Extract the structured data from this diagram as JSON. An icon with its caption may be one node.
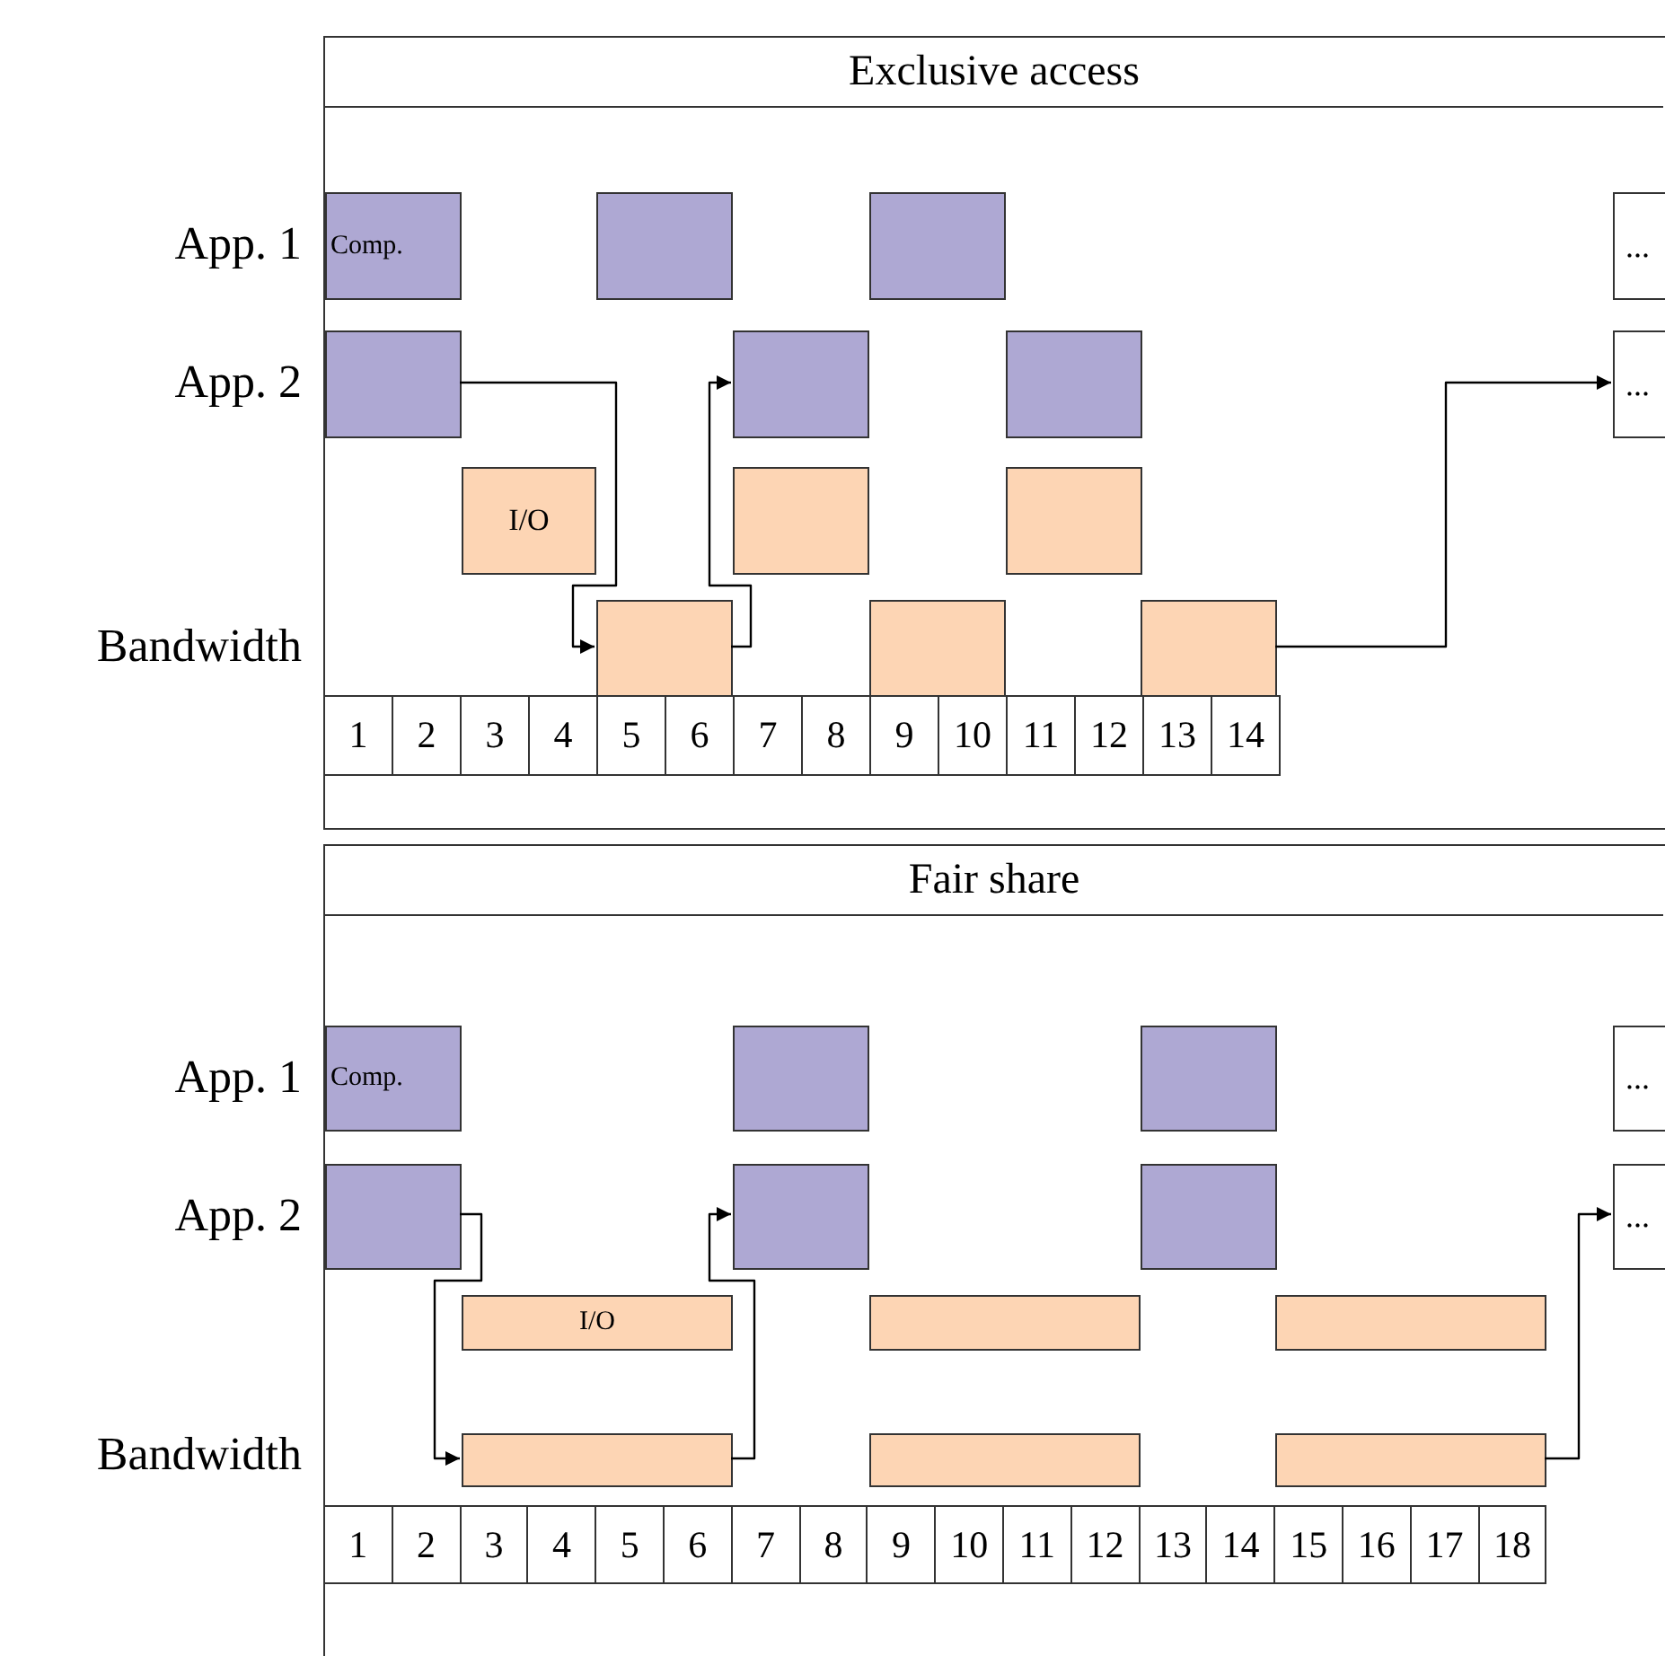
{
  "diagram": {
    "nodes": [
      {
        "text": [
          "Exclusive access"
        ]
      },
      {
        "text": [
          "Comp."
        ],
        "in": 0
      },
      {
        "text": [],
        "shape": "box",
        "in": 0
      },
      {
        "text": [],
        "shape": "box",
        "in": 0
      },
      {
        "text": [
          "..."
        ],
        "in": 0
      },
      {
        "text": [],
        "shape": "box",
        "in": 0
      },
      {
        "text": [],
        "shape": "box",
        "in": 0
      },
      {
        "text": [],
        "shape": "box",
        "in": 0
      },
      {
        "text": [
          "..."
        ],
        "in": 0
      },
      {
        "text": [
          "I/O"
        ],
        "in": 0
      },
      {
        "text": [],
        "shape": "box",
        "in": 0
      },
      {
        "text": [],
        "shape": "box",
        "in": 0
      },
      {
        "text": [],
        "shape": "box",
        "in": 0
      },
      {
        "text": [],
        "shape": "box",
        "in": 0
      },
      {
        "text": [],
        "shape": "box",
        "in": 0
      },
      {
        "text": [
          "Fair share"
        ]
      },
      {
        "text": [
          "Comp."
        ],
        "in": 15
      },
      {
        "text": [],
        "shape": "box",
        "in": 15
      },
      {
        "text": [],
        "shape": "box",
        "in": 15
      },
      {
        "text": [
          "..."
        ],
        "in": 15
      },
      {
        "text": [],
        "shape": "box",
        "in": 15
      },
      {
        "text": [],
        "shape": "box",
        "in": 15
      },
      {
        "text": [],
        "shape": "box",
        "in": 15
      },
      {
        "text": [
          "..."
        ],
        "in": 15
      },
      {
        "text": [
          "I/O"
        ],
        "in": 15
      },
      {
        "text": [],
        "shape": "box",
        "in": 15
      },
      {
        "text": [],
        "shape": "box",
        "in": 15
      },
      {
        "text": [],
        "shape": "box",
        "in": 15
      },
      {
        "text": [],
        "shape": "box",
        "in": 15
      },
      {
        "text": [],
        "shape": "box",
        "in": 15
      }
    ],
    "edges": [
      {
        "from": 5,
        "to": 12,
        "arrow": "to"
      },
      {
        "from": 12,
        "to": 6,
        "arrow": "to"
      },
      {
        "from": 14,
        "to": 8,
        "arrow": "to"
      },
      {
        "from": 20,
        "to": 27,
        "arrow": "to"
      },
      {
        "from": 27,
        "to": 21,
        "arrow": "to"
      },
      {
        "from": 29,
        "to": 23,
        "arrow": "to"
      }
    ],
    "labels": [
      "App. 1",
      "App. 2",
      "Bandwidth",
      "1",
      "2",
      "3",
      "4",
      "5",
      "6",
      "7",
      "8",
      "9",
      "10",
      "11",
      "12",
      "13",
      "14",
      "App. 1",
      "App. 2",
      "Bandwidth",
      "1",
      "2",
      "3",
      "4",
      "5",
      "6",
      "7",
      "8",
      "9",
      "10",
      "11",
      "12",
      "13",
      "14",
      "15",
      "16",
      "17",
      "18"
    ]
  }
}
